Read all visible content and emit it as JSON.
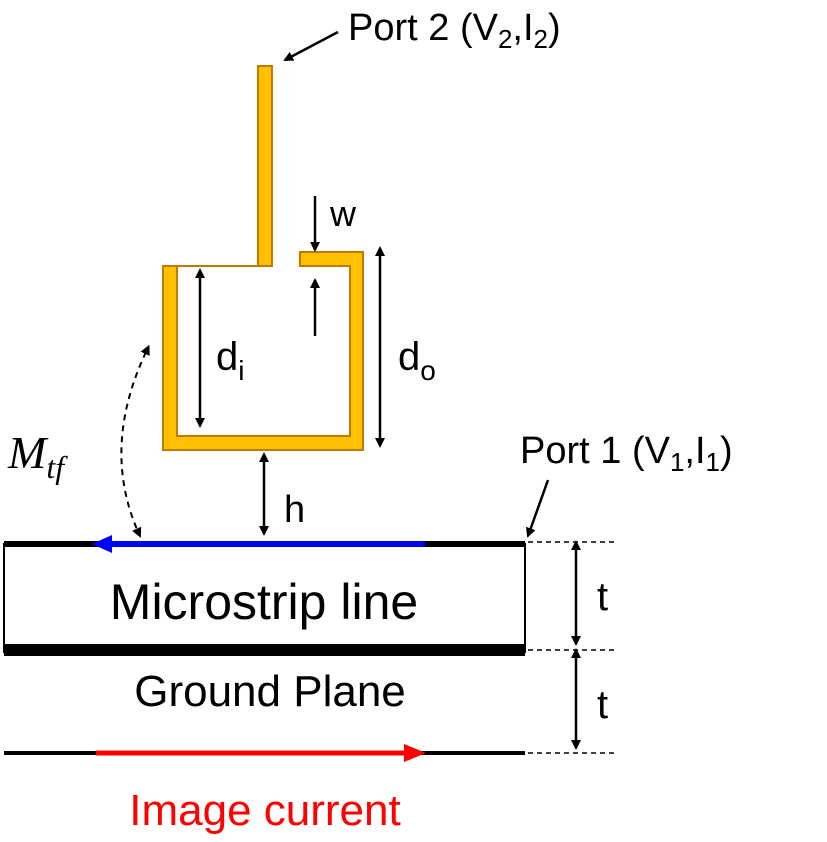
{
  "labels": {
    "port2": "Port 2 (V",
    "port2_sub_v": "2",
    "port2_sep": ",I",
    "port2_sub_i": "2",
    "port2_end": ")",
    "port1": "Port 1 (V",
    "port1_sub_v": "1",
    "port1_sep": ",I",
    "port1_sub_i": "1",
    "port1_end": ")",
    "w": "w",
    "di_base": "d",
    "di_sub": "i",
    "do_base": "d",
    "do_sub": "o",
    "mtf_base": "M",
    "mtf_sub": "tf",
    "h": "h",
    "t_upper": "t",
    "t_lower": "t",
    "microstrip": "Microstrip line",
    "ground": "Ground Plane",
    "image_current": "Image current"
  },
  "colors": {
    "loop_fill": "#FFC000",
    "loop_stroke": "#C07A00",
    "signal_current": "#0000FF",
    "image_current": "#FF0000",
    "line": "#000000"
  }
}
